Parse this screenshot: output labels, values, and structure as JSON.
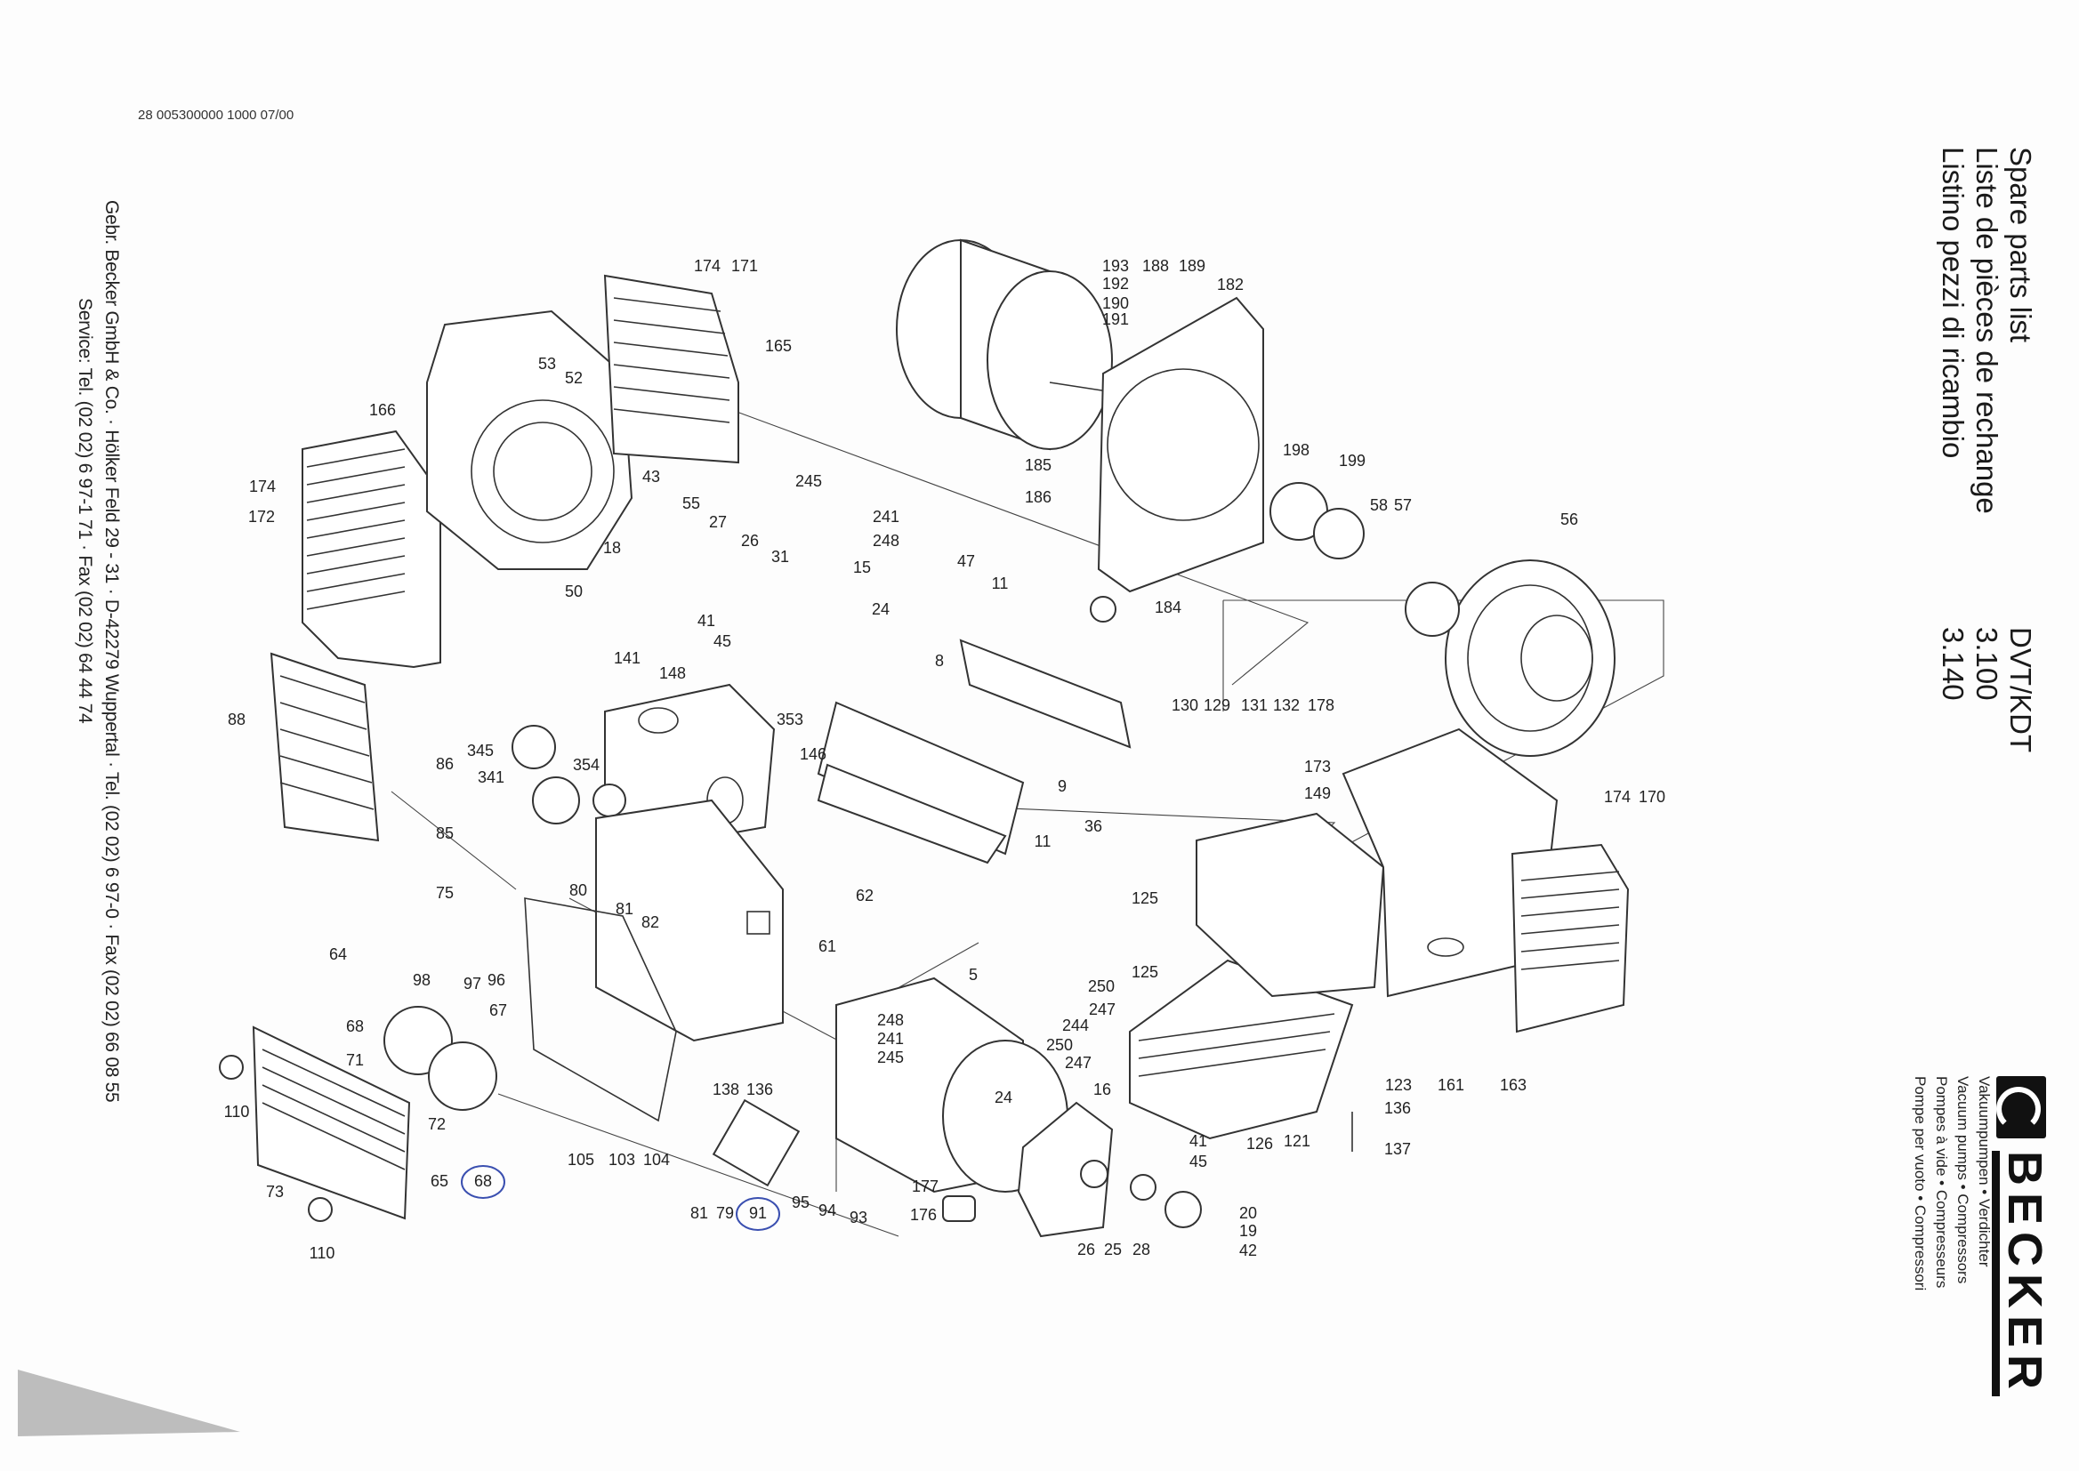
{
  "document_code": "28 005300000 1000 07/00",
  "header": {
    "titles": [
      "Spare parts list",
      "Liste de pièces de rechange",
      "Listino pezzi di ricambio"
    ],
    "models": [
      "DVT/KDT",
      "3.100",
      "3.140"
    ]
  },
  "address": {
    "line1": "Gebr. Becker GmbH & Co. · Hölker Feld 29 - 31 · D-42279 Wuppertal · Tel. (02 02) 6 97-0 · Fax (02 02) 66 08 55",
    "line2": "Service: Tel. (02 02) 6 97-1 71 · Fax (02 02) 64 44 74"
  },
  "logo": {
    "brand": "BECKER",
    "taglines": [
      "Vakuumpumpen  •  Verdichter",
      "Vacuum pumps • Compressors",
      "Pompes à vide • Compresseurs",
      "Pompe per vuoto • Compressori"
    ]
  },
  "part_labels": [
    "174",
    "171",
    "165",
    "53",
    "52",
    "166",
    "174",
    "172",
    "43",
    "55",
    "27",
    "18",
    "26",
    "31",
    "50",
    "245",
    "241",
    "248",
    "15",
    "24",
    "41",
    "45",
    "47",
    "11",
    "8",
    "9",
    "11",
    "36",
    "141",
    "148",
    "353",
    "146",
    "345",
    "354",
    "341",
    "62",
    "88",
    "86",
    "85",
    "75",
    "80",
    "81",
    "82",
    "61",
    "64",
    "98",
    "97",
    "96",
    "67",
    "68",
    "71",
    "72",
    "110",
    "65",
    "68",
    "73",
    "110",
    "105",
    "103",
    "104",
    "138",
    "136",
    "81",
    "79",
    "91",
    "95",
    "94",
    "93",
    "5",
    "248",
    "241",
    "245",
    "250",
    "247",
    "244",
    "250",
    "247",
    "16",
    "24",
    "41",
    "45",
    "177",
    "176",
    "26",
    "25",
    "28",
    "20",
    "19",
    "42",
    "193",
    "192",
    "190",
    "191",
    "188",
    "189",
    "182",
    "185",
    "186",
    "184",
    "198",
    "199",
    "58",
    "57",
    "56",
    "130",
    "129",
    "131",
    "132",
    "178",
    "173",
    "149",
    "174",
    "170",
    "125",
    "125",
    "123",
    "161",
    "163",
    "121",
    "126",
    "136",
    "137"
  ],
  "circled_labels": [
    "68",
    "91"
  ],
  "colors": {
    "ink": "#222222",
    "circle_annotation": "#3a4fb0",
    "paper": "#fdfdfd"
  }
}
